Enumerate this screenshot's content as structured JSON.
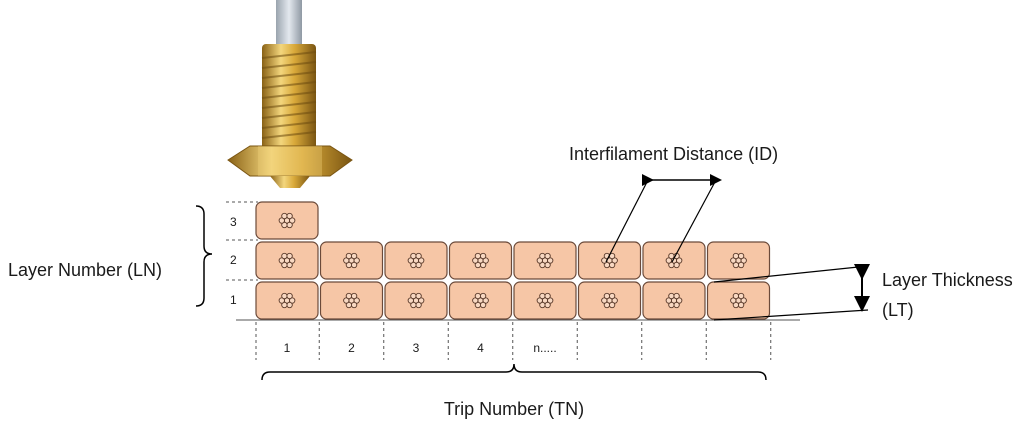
{
  "labels": {
    "layer_number": "Layer Number (LN)",
    "trip_number": "Trip Number (TN)",
    "interfilament_distance": "Interfilament  Distance (ID)",
    "layer_thickness_line1": "Layer Thickness",
    "layer_thickness_line2": "(LT)"
  },
  "layer_ticks": [
    "3",
    "2",
    "1"
  ],
  "trip_ticks": [
    "1",
    "2",
    "3",
    "4",
    "n.....",
    "",
    "",
    ""
  ],
  "colors": {
    "cell_fill": "#f6c6a6",
    "cell_stroke": "#6b4a3a",
    "nozzle_gold": "#c99a2e",
    "nozzle_light": "#f0d27a",
    "filament_tube": "#b9c2cc"
  },
  "icons": {
    "nozzle": "nozzle-icon",
    "fiber_bundle": "fiber-bundle-icon"
  }
}
